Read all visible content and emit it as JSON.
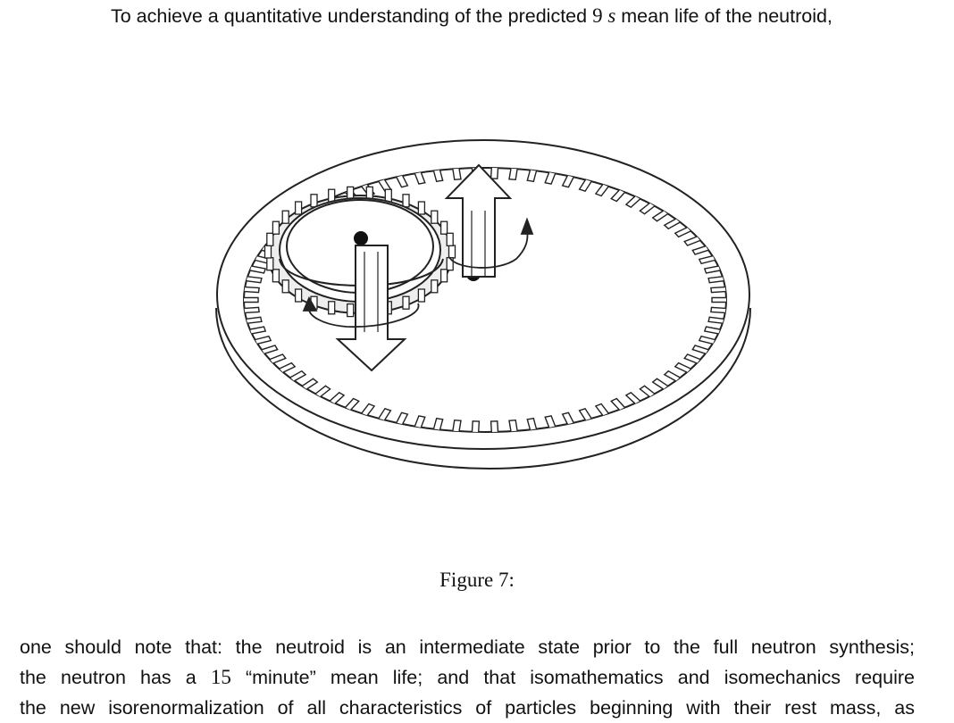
{
  "document": {
    "top_line": {
      "before": "To achieve a quantitative understanding of the predicted ",
      "math_number": "9",
      "math_unit": "s",
      "after": " mean life of the neutroid,"
    },
    "figure_caption": "Figure 7:",
    "paragraph": {
      "line1": "one should note that: the neutroid is an intermediate state prior to the full neutron synthesis;",
      "line2_before": "the neutron has a ",
      "line2_math": "15",
      "line2_after": " “minute” mean life; and that isomathematics and isomechanics require",
      "line3": "the new isorenormalization of all characteristics of particles beginning with their rest mass, as"
    }
  }
}
